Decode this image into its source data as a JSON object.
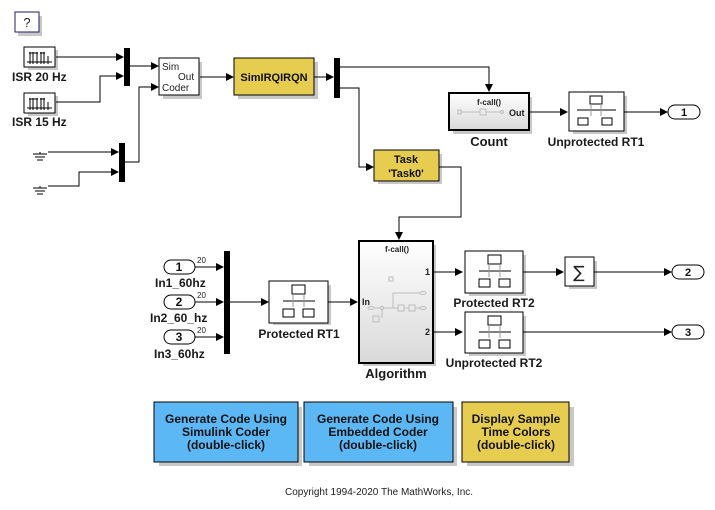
{
  "help_button": {
    "label": "?"
  },
  "sources": {
    "isr20": {
      "label": "ISR 20 Hz"
    },
    "isr15": {
      "label": "ISR 15 Hz"
    }
  },
  "sim_coder": {
    "in1": "Sim",
    "out": "Out",
    "in2": "Coder"
  },
  "irq_block": {
    "label": "SimIRQIRQN"
  },
  "task_block": {
    "line1": "Task",
    "line2": "'Task0'"
  },
  "count_block": {
    "port_label": "f-call()",
    "out_label": "Out",
    "name": "Count"
  },
  "unprotected_rt1": {
    "name": "Unprotected RT1"
  },
  "outport1": {
    "number": "1"
  },
  "inports": [
    {
      "number": "1",
      "name": "In1_60hz",
      "rate": "20"
    },
    {
      "number": "2",
      "name": "In2_60_hz",
      "rate": "20"
    },
    {
      "number": "3",
      "name": "In3_60hz",
      "rate": "20"
    }
  ],
  "protected_rt1": {
    "name": "Protected RT1"
  },
  "algorithm_block": {
    "port_label": "f-call()",
    "in_label": "In",
    "out1": "1",
    "out2": "2",
    "name": "Algorithm"
  },
  "protected_rt2": {
    "name": "Protected RT2"
  },
  "unprotected_rt2": {
    "name": "Unprotected RT2"
  },
  "sum_block": {
    "symbol": "∑"
  },
  "outport2": {
    "number": "2"
  },
  "outport3": {
    "number": "3"
  },
  "buttons": [
    {
      "line1": "Generate Code Using",
      "line2": "Simulink Coder",
      "line3": "(double-click)",
      "color": "#5cb8f5"
    },
    {
      "line1": "Generate Code Using",
      "line2": "Embedded Coder",
      "line3": "(double-click)",
      "color": "#5cb8f5"
    },
    {
      "line1": "Display Sample",
      "line2": "Time Colors",
      "line3": "(double-click)",
      "color": "#e6cd50"
    }
  ],
  "colors": {
    "yellow_block": "#e6cd50",
    "blue_button": "#5cb8f5"
  },
  "copyright": "Copyright 1994-2020 The MathWorks, Inc."
}
